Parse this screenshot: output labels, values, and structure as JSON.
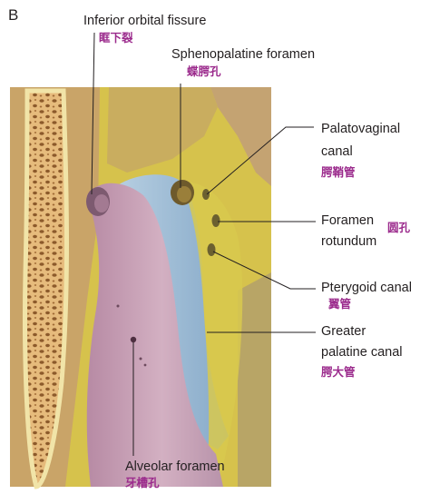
{
  "panel_letter": "B",
  "labels": {
    "inferior_orbital_fissure": {
      "en": "Inferior orbital fissure",
      "cn": "眶下裂"
    },
    "sphenopalatine_foramen": {
      "en": "Sphenopalatine foramen",
      "cn": "蝶腭孔"
    },
    "palatovaginal_canal": {
      "en_line1": "Palatovaginal",
      "en_line2": "canal",
      "cn": "腭鞘管"
    },
    "foramen_rotundum": {
      "en_line1": "Foramen",
      "en_line2": "rotundum",
      "cn": "圆孔"
    },
    "pterygoid_canal": {
      "en": "Pterygoid canal",
      "cn": "翼管"
    },
    "greater_palatine_canal": {
      "en_line1": "Greater",
      "en_line2": "palatine canal",
      "cn": "腭大管"
    },
    "alveolar_foramen": {
      "en": "Alveolar foramen",
      "cn": "牙槽孔"
    }
  },
  "colors": {
    "sphenoid_yellow": "#d8c44a",
    "maxilla_tan": "#c9a468",
    "palatine_blue": "#9dbcd6",
    "maxilla_purple": "#c9a3b6",
    "bone_marrow": "#e6bb7c",
    "cortex": "#f0e2a6",
    "label_text": "#231f20",
    "chinese_label": "#9b2a8c"
  }
}
